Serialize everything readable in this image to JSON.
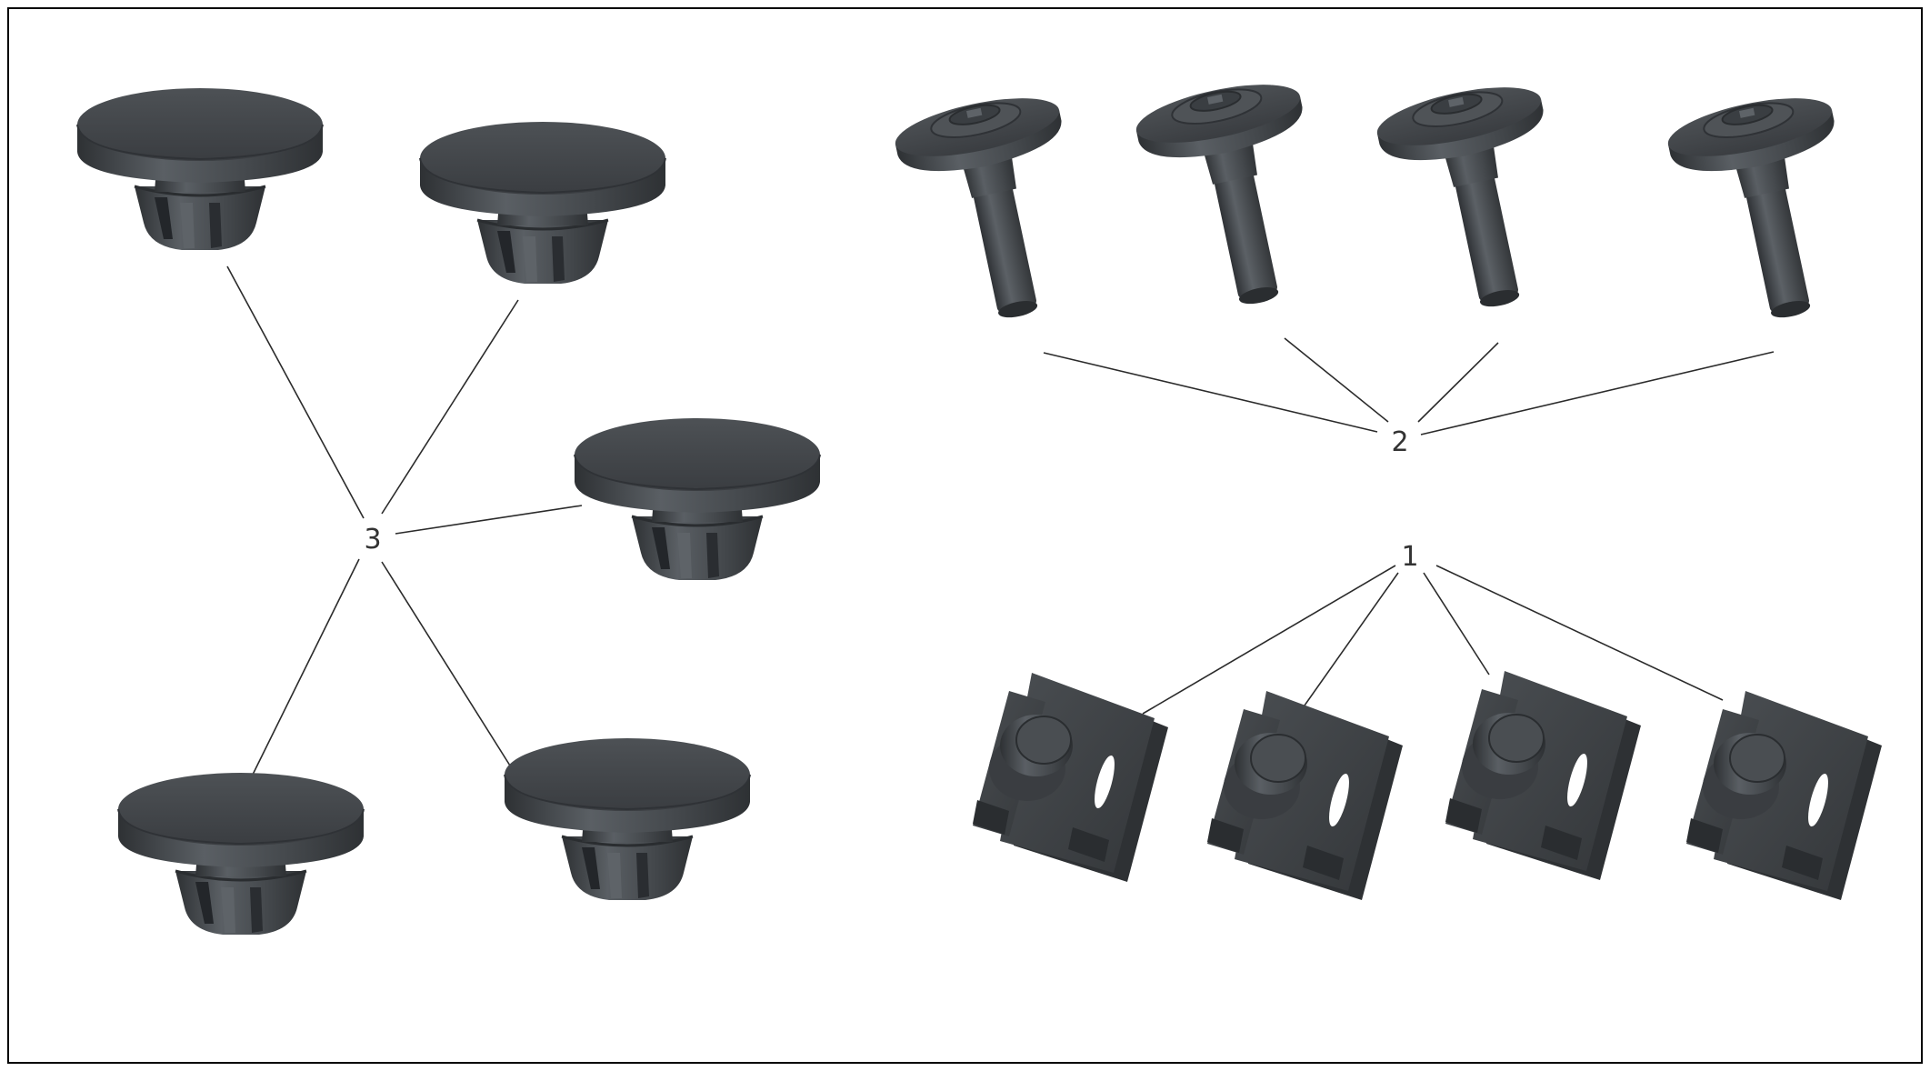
{
  "diagram": {
    "callouts": [
      {
        "id": "1",
        "label": "1",
        "part": "u-nut-clip"
      },
      {
        "id": "2",
        "label": "2",
        "part": "flange-screw"
      },
      {
        "id": "3",
        "label": "3",
        "part": "push-in-plug"
      }
    ],
    "colors": {
      "part_fill": "#3f4347",
      "part_top": "#4d5155",
      "part_shadow": "#2a2d30",
      "part_highlight": "#6a6f74",
      "leader_line": "#2b2b2b",
      "frame": "#000000"
    }
  }
}
